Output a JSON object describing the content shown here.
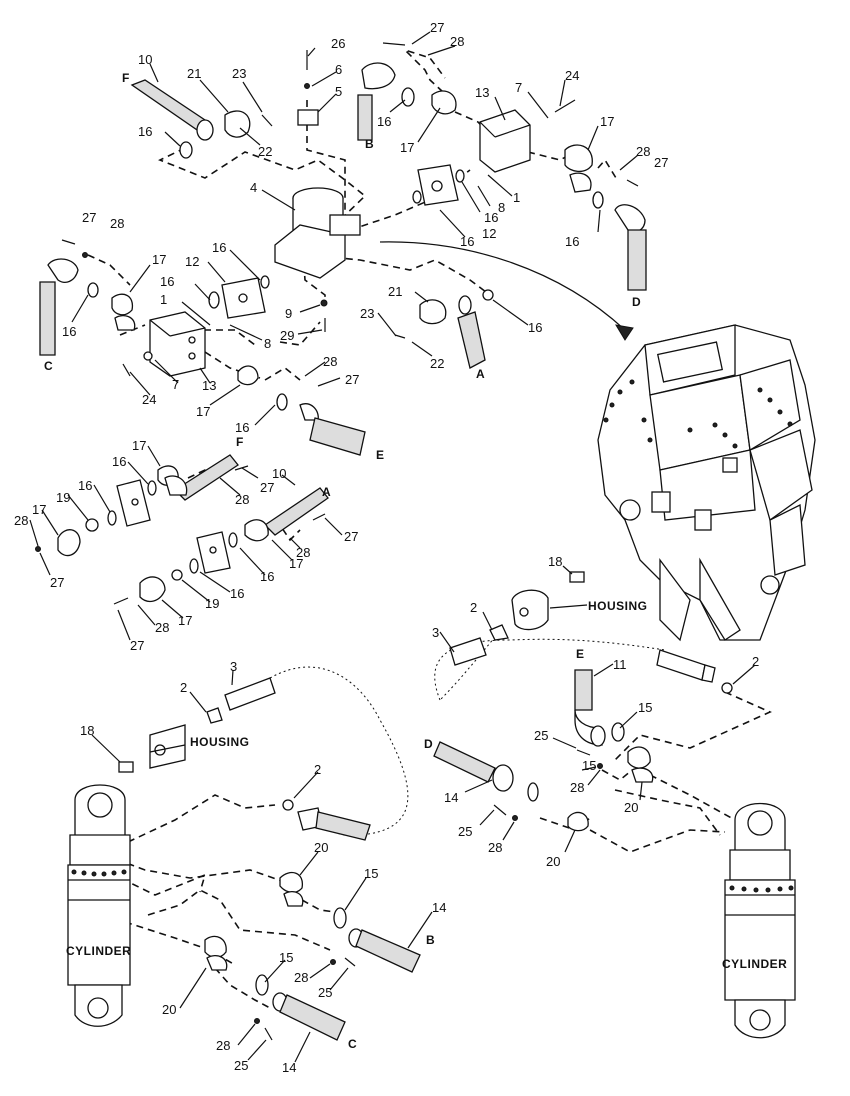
{
  "callouts": [
    {
      "id": "c-10a",
      "text": "10"
    },
    {
      "id": "c-21a",
      "text": "21"
    },
    {
      "id": "c-23a",
      "text": "23"
    },
    {
      "id": "c-26",
      "text": "26"
    },
    {
      "id": "c-6",
      "text": "6"
    },
    {
      "id": "c-5",
      "text": "5"
    },
    {
      "id": "c-27a",
      "text": "27"
    },
    {
      "id": "c-28a",
      "text": "28"
    },
    {
      "id": "c-24a",
      "text": "24"
    },
    {
      "id": "c-13a",
      "text": "13"
    },
    {
      "id": "c-7a",
      "text": "7"
    },
    {
      "id": "c-17a",
      "text": "17"
    },
    {
      "id": "c-16a",
      "text": "16"
    },
    {
      "id": "c-22a",
      "text": "22"
    },
    {
      "id": "c-16b",
      "text": "16"
    },
    {
      "id": "c-17b",
      "text": "17"
    },
    {
      "id": "c-28b",
      "text": "28"
    },
    {
      "id": "c-27b",
      "text": "27"
    },
    {
      "id": "c-4",
      "text": "4"
    },
    {
      "id": "c-1a",
      "text": "1"
    },
    {
      "id": "c-8a",
      "text": "8"
    },
    {
      "id": "c-16c",
      "text": "16"
    },
    {
      "id": "c-16d",
      "text": "16"
    },
    {
      "id": "c-12a",
      "text": "12"
    },
    {
      "id": "c-16e",
      "text": "16"
    },
    {
      "id": "c-27c",
      "text": "27"
    },
    {
      "id": "c-28c",
      "text": "28"
    },
    {
      "id": "c-16f",
      "text": "16"
    },
    {
      "id": "c-12b",
      "text": "12"
    },
    {
      "id": "c-17c",
      "text": "17"
    },
    {
      "id": "c-16g",
      "text": "16"
    },
    {
      "id": "c-1b",
      "text": "1"
    },
    {
      "id": "c-16h",
      "text": "16"
    },
    {
      "id": "c-8b",
      "text": "8"
    },
    {
      "id": "c-9",
      "text": "9"
    },
    {
      "id": "c-29",
      "text": "29"
    },
    {
      "id": "c-21b",
      "text": "21"
    },
    {
      "id": "c-23b",
      "text": "23"
    },
    {
      "id": "c-22b",
      "text": "22"
    },
    {
      "id": "c-16i",
      "text": "16"
    },
    {
      "id": "c-24b",
      "text": "24"
    },
    {
      "id": "c-7b",
      "text": "7"
    },
    {
      "id": "c-13b",
      "text": "13"
    },
    {
      "id": "c-28d",
      "text": "28"
    },
    {
      "id": "c-27d",
      "text": "27"
    },
    {
      "id": "c-17d",
      "text": "17"
    },
    {
      "id": "c-16j",
      "text": "16"
    },
    {
      "id": "c-17e",
      "text": "17"
    },
    {
      "id": "c-16k",
      "text": "16"
    },
    {
      "id": "c-27e",
      "text": "27"
    },
    {
      "id": "c-16l",
      "text": "16"
    },
    {
      "id": "c-10b",
      "text": "10"
    },
    {
      "id": "c-28e",
      "text": "28"
    },
    {
      "id": "c-17f",
      "text": "17"
    },
    {
      "id": "c-19a",
      "text": "19"
    },
    {
      "id": "c-28f",
      "text": "28"
    },
    {
      "id": "c-27f",
      "text": "27"
    },
    {
      "id": "c-16m",
      "text": "16"
    },
    {
      "id": "c-28g",
      "text": "28"
    },
    {
      "id": "c-17g",
      "text": "17"
    },
    {
      "id": "c-19b",
      "text": "19"
    },
    {
      "id": "c-16n",
      "text": "16"
    },
    {
      "id": "c-27g",
      "text": "27"
    },
    {
      "id": "c-28h",
      "text": "28"
    },
    {
      "id": "c-17h",
      "text": "17"
    },
    {
      "id": "c-27h",
      "text": "27"
    },
    {
      "id": "c-18a",
      "text": "18"
    },
    {
      "id": "c-2a",
      "text": "2"
    },
    {
      "id": "c-3a",
      "text": "3"
    },
    {
      "id": "c-11",
      "text": "11"
    },
    {
      "id": "c-2b",
      "text": "2"
    },
    {
      "id": "c-15a",
      "text": "15"
    },
    {
      "id": "c-25a",
      "text": "25"
    },
    {
      "id": "c-15b",
      "text": "15"
    },
    {
      "id": "c-28i",
      "text": "28"
    },
    {
      "id": "c-14a",
      "text": "14"
    },
    {
      "id": "c-20a",
      "text": "20"
    },
    {
      "id": "c-25b",
      "text": "25"
    },
    {
      "id": "c-28j",
      "text": "28"
    },
    {
      "id": "c-20b",
      "text": "20"
    },
    {
      "id": "c-3b",
      "text": "3"
    },
    {
      "id": "c-2c",
      "text": "2"
    },
    {
      "id": "c-18b",
      "text": "18"
    },
    {
      "id": "c-2d",
      "text": "2"
    },
    {
      "id": "c-20c",
      "text": "20"
    },
    {
      "id": "c-15c",
      "text": "15"
    },
    {
      "id": "c-14b",
      "text": "14"
    },
    {
      "id": "c-28k",
      "text": "28"
    },
    {
      "id": "c-25c",
      "text": "25"
    },
    {
      "id": "c-15d",
      "text": "15"
    },
    {
      "id": "c-20d",
      "text": "20"
    },
    {
      "id": "c-28l",
      "text": "28"
    },
    {
      "id": "c-25d",
      "text": "25"
    },
    {
      "id": "c-14c",
      "text": "14"
    }
  ],
  "line_letters": [
    {
      "id": "l-F1",
      "text": "F"
    },
    {
      "id": "l-B1",
      "text": "B"
    },
    {
      "id": "l-D1",
      "text": "D"
    },
    {
      "id": "l-C1",
      "text": "C"
    },
    {
      "id": "l-A1",
      "text": "A"
    },
    {
      "id": "l-E1",
      "text": "E"
    },
    {
      "id": "l-F2",
      "text": "F"
    },
    {
      "id": "l-A2",
      "text": "A"
    },
    {
      "id": "l-E2",
      "text": "E"
    },
    {
      "id": "l-D2",
      "text": "D"
    },
    {
      "id": "l-B2",
      "text": "B"
    },
    {
      "id": "l-C2",
      "text": "C"
    }
  ],
  "words": {
    "housing_right": "HOUSING",
    "housing_left": "HOUSING",
    "cylinder_left": "CYLINDER",
    "cylinder_right": "CYLINDER"
  },
  "colors": {
    "ink": "#111111",
    "paper": "#ffffff"
  }
}
